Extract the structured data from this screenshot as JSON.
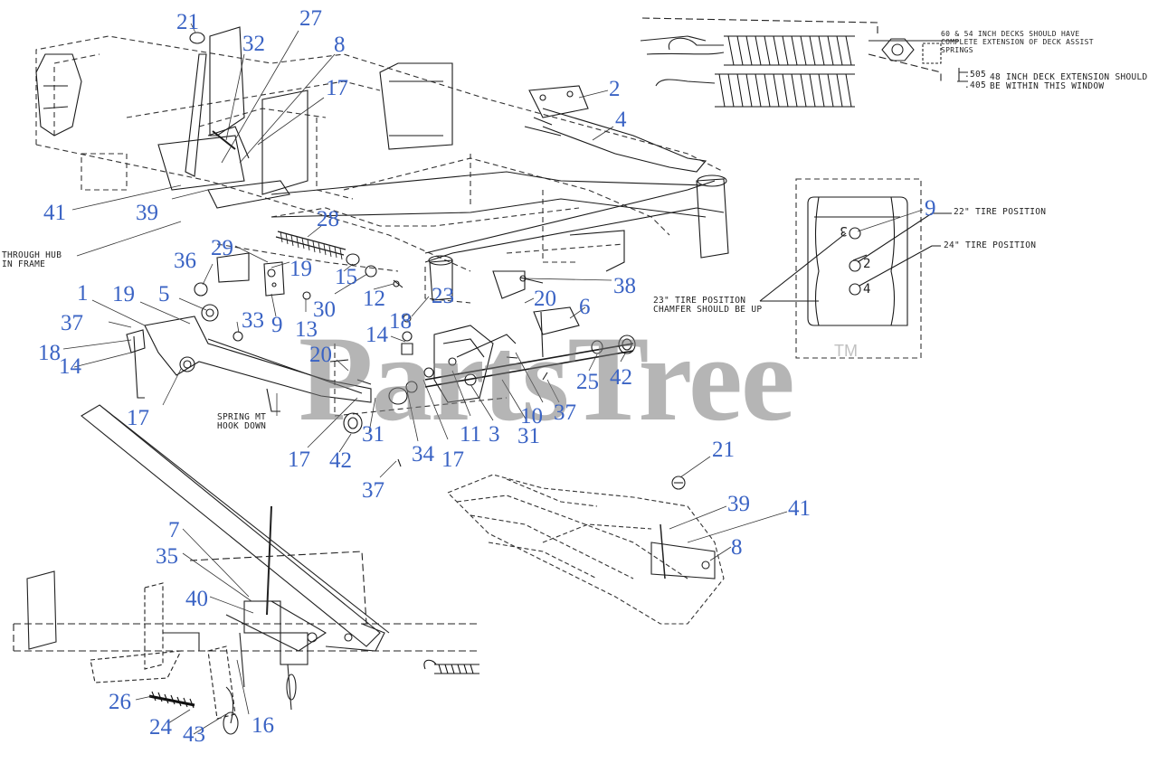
{
  "watermark": {
    "text": "PartsTree",
    "tm": "TM"
  },
  "notes": {
    "deck_springs": [
      "60 & 54 INCH DECKS SHOULD HAVE",
      "COMPLETE EXTENSION OF DECK ASSIST",
      "SPRINGS"
    ],
    "dim_upper": ".505",
    "dim_lower": ".405",
    "deck_48": [
      "48 INCH DECK EXTENSION SHOULD",
      "BE WITHIN THIS WINDOW"
    ],
    "tire_22": "22\" TIRE POSITION",
    "tire_24": "24\" TIRE POSITION",
    "tire_23": [
      "23\" TIRE POSITION",
      "CHAMFER SHOULD BE UP"
    ],
    "through_hub": [
      "THROUGH HUB",
      "IN FRAME"
    ],
    "spring_mt": [
      "SPRING MT",
      "HOOK DOWN"
    ],
    "hole_labels": [
      "3",
      "2",
      "4"
    ]
  },
  "callouts": [
    "21",
    "32",
    "27",
    "8",
    "17",
    "2",
    "4",
    "41",
    "39",
    "28",
    "29",
    "19",
    "36",
    "15",
    "30",
    "12",
    "38",
    "9",
    "13",
    "1",
    "19",
    "5",
    "33",
    "37",
    "18",
    "14",
    "17",
    "23",
    "20",
    "6",
    "18",
    "14",
    "20",
    "25",
    "42",
    "10",
    "37",
    "3",
    "31",
    "11",
    "31",
    "17",
    "34",
    "17",
    "42",
    "37",
    "21",
    "39",
    "41",
    "8",
    "7",
    "35",
    "40",
    "26",
    "24",
    "43",
    "16",
    "9"
  ]
}
